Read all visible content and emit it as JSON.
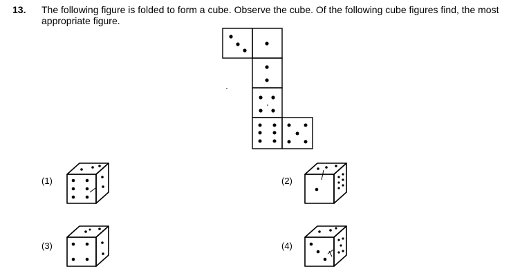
{
  "question": {
    "number": "13.",
    "text": "The following figure is folded to form a cube. Observe the cube. Of the following cube figures find, the most appropriate figure."
  },
  "net": {
    "faces": [
      {
        "id": "top-left",
        "pips": 3
      },
      {
        "id": "top-right",
        "pips": 1
      },
      {
        "id": "second",
        "pips": 2
      },
      {
        "id": "third",
        "pips": 4
      },
      {
        "id": "bottom-left",
        "pips": 6
      },
      {
        "id": "bottom-right",
        "pips": 5
      }
    ]
  },
  "options": [
    {
      "label": "(1)"
    },
    {
      "label": "(2)"
    },
    {
      "label": "(3)"
    },
    {
      "label": "(4)"
    }
  ]
}
